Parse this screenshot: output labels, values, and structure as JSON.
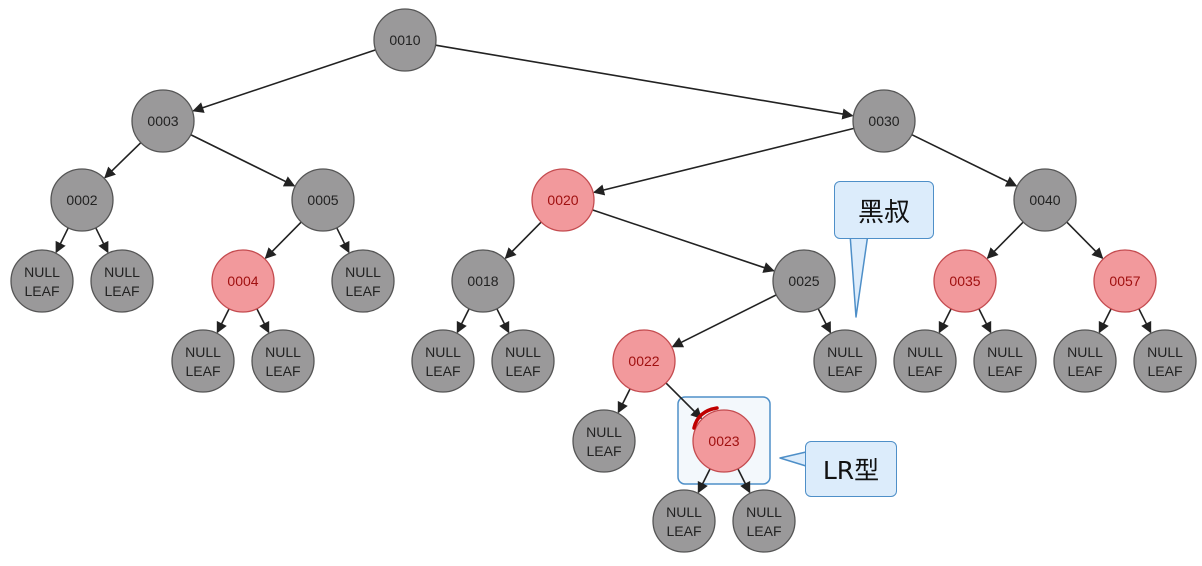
{
  "colors": {
    "black_node": "#9a999a",
    "red_node": "#f2999c",
    "red_stroke": "#c44b4f",
    "edge": "#222222",
    "callout_fill": "#dcecfb",
    "callout_stroke": "#4e8fc8"
  },
  "nodes": [
    {
      "id": "n0010",
      "label": "0010",
      "color": "black"
    },
    {
      "id": "n0003",
      "label": "0003",
      "color": "black"
    },
    {
      "id": "n0030",
      "label": "0030",
      "color": "black"
    },
    {
      "id": "n0002",
      "label": "0002",
      "color": "black"
    },
    {
      "id": "n0005",
      "label": "0005",
      "color": "black"
    },
    {
      "id": "n0020",
      "label": "0020",
      "color": "red"
    },
    {
      "id": "n0040",
      "label": "0040",
      "color": "black"
    },
    {
      "id": "leaf_0002_l",
      "label": "NULL\nLEAF",
      "color": "black"
    },
    {
      "id": "leaf_0002_r",
      "label": "NULL\nLEAF",
      "color": "black"
    },
    {
      "id": "n0004",
      "label": "0004",
      "color": "red"
    },
    {
      "id": "leaf_0005_r",
      "label": "NULL\nLEAF",
      "color": "black"
    },
    {
      "id": "n0018",
      "label": "0018",
      "color": "black"
    },
    {
      "id": "n0025",
      "label": "0025",
      "color": "black"
    },
    {
      "id": "n0035",
      "label": "0035",
      "color": "red"
    },
    {
      "id": "n0057",
      "label": "0057",
      "color": "red"
    },
    {
      "id": "leaf_0004_l",
      "label": "NULL\nLEAF",
      "color": "black"
    },
    {
      "id": "leaf_0004_r",
      "label": "NULL\nLEAF",
      "color": "black"
    },
    {
      "id": "leaf_0018_l",
      "label": "NULL\nLEAF",
      "color": "black"
    },
    {
      "id": "leaf_0018_r",
      "label": "NULL\nLEAF",
      "color": "black"
    },
    {
      "id": "n0022",
      "label": "0022",
      "color": "red"
    },
    {
      "id": "leaf_0025_r",
      "label": "NULL\nLEAF",
      "color": "black"
    },
    {
      "id": "leaf_0035_l",
      "label": "NULL\nLEAF",
      "color": "black"
    },
    {
      "id": "leaf_0035_r",
      "label": "NULL\nLEAF",
      "color": "black"
    },
    {
      "id": "leaf_0057_l",
      "label": "NULL\nLEAF",
      "color": "black"
    },
    {
      "id": "leaf_0057_r",
      "label": "NULL\nLEAF",
      "color": "black"
    },
    {
      "id": "leaf_0022_l",
      "label": "NULL\nLEAF",
      "color": "black"
    },
    {
      "id": "n0023",
      "label": "0023",
      "color": "red"
    },
    {
      "id": "leaf_0023_l",
      "label": "NULL\nLEAF",
      "color": "black"
    },
    {
      "id": "leaf_0023_r",
      "label": "NULL\nLEAF",
      "color": "black"
    }
  ],
  "edges": [
    [
      "n0010",
      "n0003"
    ],
    [
      "n0010",
      "n0030"
    ],
    [
      "n0003",
      "n0002"
    ],
    [
      "n0003",
      "n0005"
    ],
    [
      "n0030",
      "n0020"
    ],
    [
      "n0030",
      "n0040"
    ],
    [
      "n0002",
      "leaf_0002_l"
    ],
    [
      "n0002",
      "leaf_0002_r"
    ],
    [
      "n0005",
      "n0004"
    ],
    [
      "n0005",
      "leaf_0005_r"
    ],
    [
      "n0020",
      "n0018"
    ],
    [
      "n0020",
      "n0025"
    ],
    [
      "n0040",
      "n0035"
    ],
    [
      "n0040",
      "n0057"
    ],
    [
      "n0004",
      "leaf_0004_l"
    ],
    [
      "n0004",
      "leaf_0004_r"
    ],
    [
      "n0018",
      "leaf_0018_l"
    ],
    [
      "n0018",
      "leaf_0018_r"
    ],
    [
      "n0025",
      "n0022"
    ],
    [
      "n0025",
      "leaf_0025_r"
    ],
    [
      "n0035",
      "leaf_0035_l"
    ],
    [
      "n0035",
      "leaf_0035_r"
    ],
    [
      "n0057",
      "leaf_0057_l"
    ],
    [
      "n0057",
      "leaf_0057_r"
    ],
    [
      "n0022",
      "leaf_0022_l"
    ],
    [
      "n0022",
      "n0023"
    ],
    [
      "n0023",
      "leaf_0023_l"
    ],
    [
      "n0023",
      "leaf_0023_r"
    ]
  ],
  "callouts": {
    "uncle": {
      "text": "黑叔"
    },
    "type": {
      "text": "LR型"
    }
  }
}
